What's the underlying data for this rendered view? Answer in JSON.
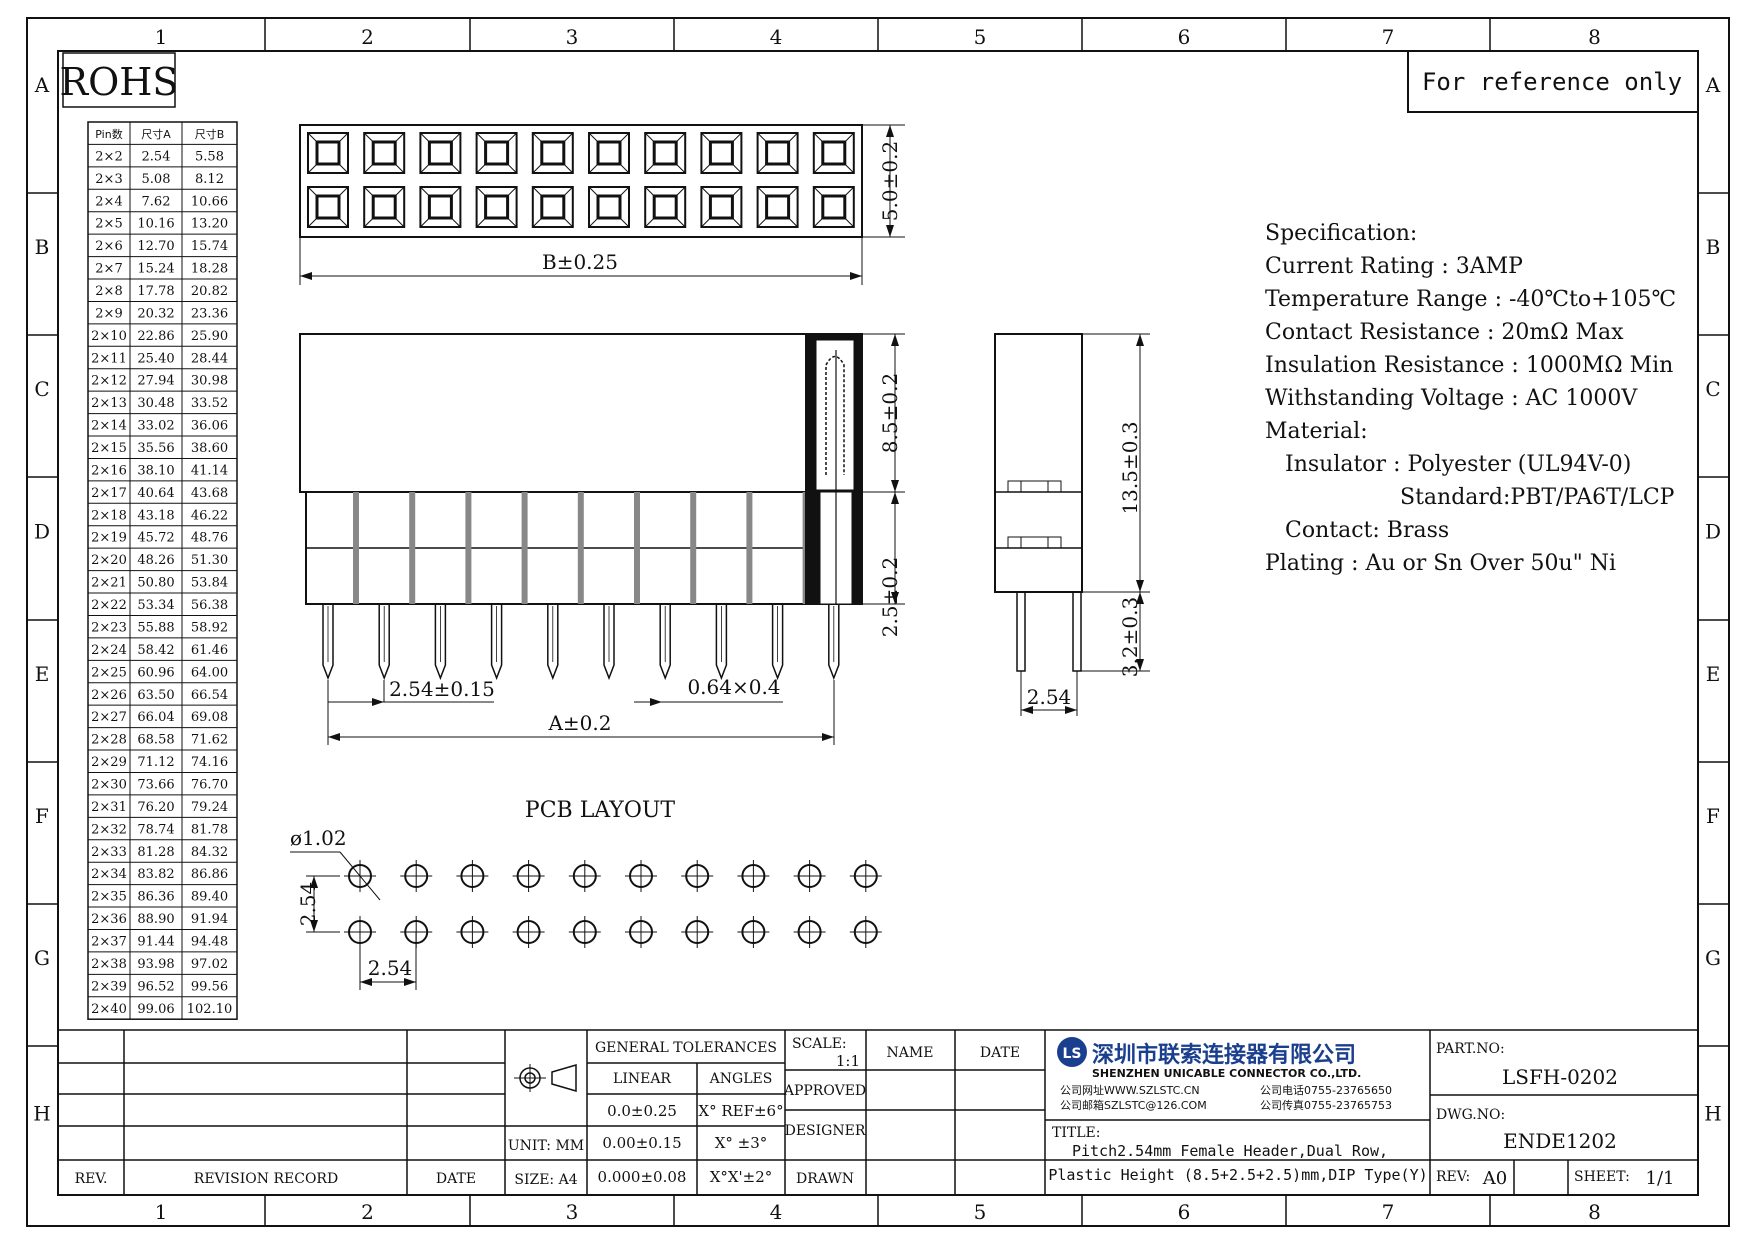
{
  "grid": {
    "columns": [
      "1",
      "2",
      "3",
      "4",
      "5",
      "6",
      "7",
      "8"
    ],
    "rows": [
      "A",
      "B",
      "C",
      "D",
      "E",
      "F",
      "G",
      "H"
    ]
  },
  "rohs": "ROHS",
  "reference_note": "For reference only",
  "pin_table": {
    "headers": [
      "Pin数",
      "尺寸A",
      "尺寸B"
    ],
    "rows": [
      [
        "2×2",
        "2.54",
        "5.58"
      ],
      [
        "2×3",
        "5.08",
        "8.12"
      ],
      [
        "2×4",
        "7.62",
        "10.66"
      ],
      [
        "2×5",
        "10.16",
        "13.20"
      ],
      [
        "2×6",
        "12.70",
        "15.74"
      ],
      [
        "2×7",
        "15.24",
        "18.28"
      ],
      [
        "2×8",
        "17.78",
        "20.82"
      ],
      [
        "2×9",
        "20.32",
        "23.36"
      ],
      [
        "2×10",
        "22.86",
        "25.90"
      ],
      [
        "2×11",
        "25.40",
        "28.44"
      ],
      [
        "2×12",
        "27.94",
        "30.98"
      ],
      [
        "2×13",
        "30.48",
        "33.52"
      ],
      [
        "2×14",
        "33.02",
        "36.06"
      ],
      [
        "2×15",
        "35.56",
        "38.60"
      ],
      [
        "2×16",
        "38.10",
        "41.14"
      ],
      [
        "2×17",
        "40.64",
        "43.68"
      ],
      [
        "2×18",
        "43.18",
        "46.22"
      ],
      [
        "2×19",
        "45.72",
        "48.76"
      ],
      [
        "2×20",
        "48.26",
        "51.30"
      ],
      [
        "2×21",
        "50.80",
        "53.84"
      ],
      [
        "2×22",
        "53.34",
        "56.38"
      ],
      [
        "2×23",
        "55.88",
        "58.92"
      ],
      [
        "2×24",
        "58.42",
        "61.46"
      ],
      [
        "2×25",
        "60.96",
        "64.00"
      ],
      [
        "2×26",
        "63.50",
        "66.54"
      ],
      [
        "2×27",
        "66.04",
        "69.08"
      ],
      [
        "2×28",
        "68.58",
        "71.62"
      ],
      [
        "2×29",
        "71.12",
        "74.16"
      ],
      [
        "2×30",
        "73.66",
        "76.70"
      ],
      [
        "2×31",
        "76.20",
        "79.24"
      ],
      [
        "2×32",
        "78.74",
        "81.78"
      ],
      [
        "2×33",
        "81.28",
        "84.32"
      ],
      [
        "2×34",
        "83.82",
        "86.86"
      ],
      [
        "2×35",
        "86.36",
        "89.40"
      ],
      [
        "2×36",
        "88.90",
        "91.94"
      ],
      [
        "2×37",
        "91.44",
        "94.48"
      ],
      [
        "2×38",
        "93.98",
        "97.02"
      ],
      [
        "2×39",
        "96.52",
        "99.56"
      ],
      [
        "2×40",
        "99.06",
        "102.10"
      ]
    ]
  },
  "dimensions": {
    "b": "B±0.25",
    "top_height": "5.0±0.2",
    "body_height": "8.5±0.2",
    "lower_height": "2.5±0.2",
    "pitch": "2.54±0.15",
    "pin_size": "0.64×0.4",
    "a": "A±0.2",
    "side_total": "13.5±0.3",
    "side_tail": "3.2±0.3",
    "side_pitch": "2.54"
  },
  "pcb": {
    "title": "PCB LAYOUT",
    "hole": "ø1.02",
    "row_pitch": "2.54",
    "col_pitch": "2.54",
    "columns": 10,
    "rows": 2
  },
  "spec": {
    "lines": [
      "Specification:",
      "Current Rating : 3AMP",
      "Temperature Range : -40℃to+105℃",
      "Contact Resistance : 20mΩ Max",
      "Insulation Resistance : 1000MΩ Min",
      "Withstanding Voltage : AC 1000V",
      "Material:",
      "Insulator : Polyester (UL94V-0)",
      "Standard:PBT/PA6T/LCP",
      "Contact: Brass",
      "Plating : Au or Sn Over 50u\" Ni"
    ]
  },
  "title_block": {
    "rev_label": "REV.",
    "revision_record": "REVISION RECORD",
    "date_label": "DATE",
    "unit": "UNIT: MM",
    "size": "SIZE: A4",
    "general_tolerances": "GENERAL TOLERANCES",
    "linear": "LINEAR",
    "angles": "ANGLES",
    "lin": [
      "0.0±0.25",
      "0.00±0.15",
      "0.000±0.08"
    ],
    "ang": [
      "X° REF±6°",
      "X° ±3°",
      "X°X'±2°"
    ],
    "scale_label": "SCALE:",
    "scale": "1:1",
    "approved": "APPROVED",
    "designer": "DESIGNER",
    "drawn": "DRAWN",
    "name": "NAME",
    "date": "DATE",
    "company_cn": "深圳市联索连接器有限公司",
    "company_en": "SHENZHEN UNICABLE CONNECTOR CO.,LTD.",
    "web": "公司网址WWW.SZLSTC.CN",
    "email": "公司邮箱SZLSTC@126.COM",
    "tel": "公司电话0755-23765650",
    "fax": "公司传真0755-23765753",
    "title_label": "TITLE:",
    "title_1": "Pitch2.54mm Female Header,Dual Row,",
    "title_2": "Plastic Height (8.5+2.5+2.5)mm,DIP Type(Y)",
    "part_no_label": "PART.NO:",
    "part_no": "LSFH-0202",
    "dwg_no_label": "DWG.NO:",
    "dwg_no": "ENDE1202",
    "rev_field_label": "REV:",
    "rev": "A0",
    "sheet_label": "SHEET:",
    "sheet": "1/1"
  }
}
